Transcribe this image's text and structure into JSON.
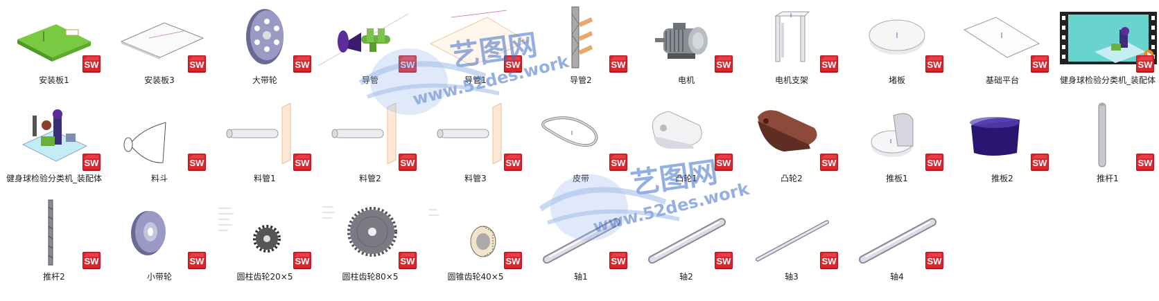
{
  "files": [
    {
      "name": "安装板1",
      "thumb": "green-mounting-plate"
    },
    {
      "name": "安装板3",
      "thumb": "thin-plate-outline"
    },
    {
      "name": "大带轮",
      "thumb": "large-pulley"
    },
    {
      "name": "导管",
      "thumb": "conduit-horn"
    },
    {
      "name": "导管1",
      "thumb": "conduit-sheet"
    },
    {
      "name": "导管2",
      "thumb": "conduit-rack"
    },
    {
      "name": "电机",
      "thumb": "motor"
    },
    {
      "name": "电机支架",
      "thumb": "motor-bracket"
    },
    {
      "name": "堵板",
      "thumb": "disc-plate"
    },
    {
      "name": "基础平台",
      "thumb": "base-platform"
    },
    {
      "name": "健身球检验分类机_装配体",
      "thumb": "assembly-video"
    },
    {
      "name": "健身球检验分类机_装配体",
      "thumb": "assembly-model"
    },
    {
      "name": "料斗",
      "thumb": "hopper"
    },
    {
      "name": "料管1",
      "thumb": "feed-tube"
    },
    {
      "name": "料管2",
      "thumb": "feed-tube"
    },
    {
      "name": "料管3",
      "thumb": "feed-tube"
    },
    {
      "name": "皮带",
      "thumb": "belt"
    },
    {
      "name": "凸轮1",
      "thumb": "cam-white"
    },
    {
      "name": "凸轮2",
      "thumb": "cam-brown"
    },
    {
      "name": "推板1",
      "thumb": "push-plate-round"
    },
    {
      "name": "推板2",
      "thumb": "push-plate-purple"
    },
    {
      "name": "推杆1",
      "thumb": "push-rod-vertical"
    },
    {
      "name": "推杆2",
      "thumb": "push-rod-thin"
    },
    {
      "name": "小带轮",
      "thumb": "small-pulley"
    },
    {
      "name": "圆柱齿轮20×5",
      "thumb": "gear-small-drawing"
    },
    {
      "name": "圆柱齿轮80×5",
      "thumb": "gear-large-drawing"
    },
    {
      "name": "圆锥齿轮40×5",
      "thumb": "bevel-gear-drawing"
    },
    {
      "name": "轴1",
      "thumb": "shaft-thick"
    },
    {
      "name": "轴2",
      "thumb": "shaft-thick"
    },
    {
      "name": "轴3",
      "thumb": "shaft-thin"
    },
    {
      "name": "轴4",
      "thumb": "shaft-thick"
    }
  ],
  "badge": {
    "text": "SW",
    "icon": "solidworks-file-icon",
    "color": "#d9272e"
  },
  "watermark": {
    "brand": "艺图网",
    "url": "www.52des.work",
    "color": "#3f6ec9",
    "icon": "globe-dots-icon"
  }
}
